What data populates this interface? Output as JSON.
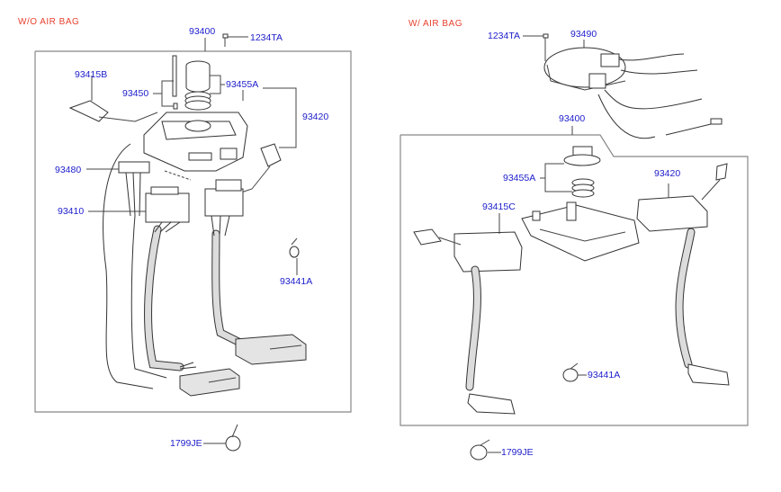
{
  "sections": {
    "without_airbag": {
      "title": "W/O AIR BAG",
      "labels": {
        "assembly": "93400",
        "screw": "1234TA",
        "lever_left": "93415B",
        "pin": "93450",
        "bearing_spring": "93455A",
        "switch_right": "93420",
        "switch_small": "93480",
        "switch_body": "93410",
        "clip": "93441A",
        "band": "1799JE"
      }
    },
    "with_airbag": {
      "title": "W/ AIR BAG",
      "labels": {
        "screw": "1234TA",
        "clock_spring": "93490",
        "assembly": "93400",
        "bearing_spring": "93455A",
        "switch_right": "93420",
        "lever_left": "93415C",
        "clip": "93441A",
        "band": "1799JE"
      }
    }
  },
  "colors": {
    "section_title": "#e8412f",
    "part_label": "#1c1ccc",
    "line_art": "#333333",
    "frame": "#888888"
  }
}
